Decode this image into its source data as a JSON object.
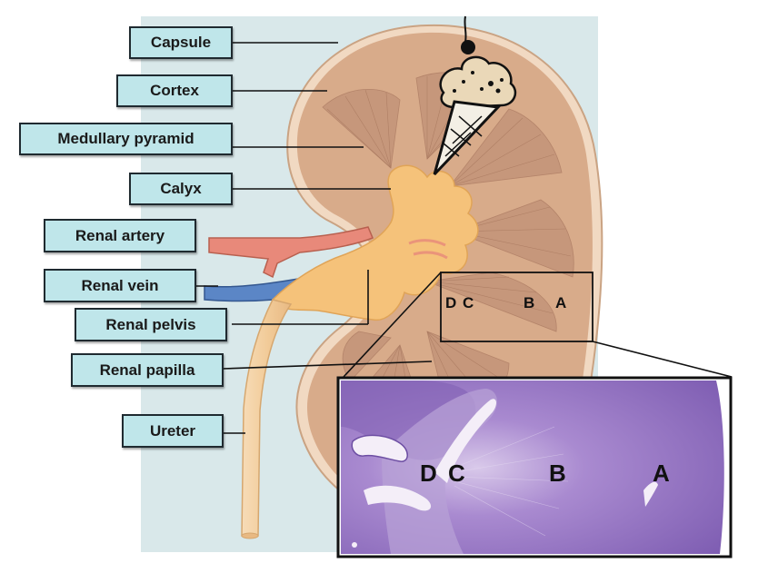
{
  "labels": {
    "capsule": "Capsule",
    "cortex": "Cortex",
    "medullary_pyramid": "Medullary pyramid",
    "calyx": "Calyx",
    "renal_artery": "Renal artery",
    "renal_vein": "Renal vein",
    "renal_pelvis": "Renal pelvis",
    "renal_papilla": "Renal papilla",
    "ureter": "Ureter"
  },
  "zone_letters": {
    "d": "D",
    "c": "C",
    "b": "B",
    "a": "A"
  },
  "icon": "ice-cream-cone-icon",
  "colors": {
    "background_panel": "#d9e8ea",
    "label_fill": "#bfe6ea",
    "kidney_cortex": "#d8ab8a",
    "kidney_capsule": "#f1d9c2",
    "medulla": "#c99b80",
    "calyx_pelvis": "#f5c27a",
    "artery": "#e8897a",
    "vein": "#5b86c6",
    "ureter": "#f3d1a4",
    "histology": "#8f6fbe"
  }
}
